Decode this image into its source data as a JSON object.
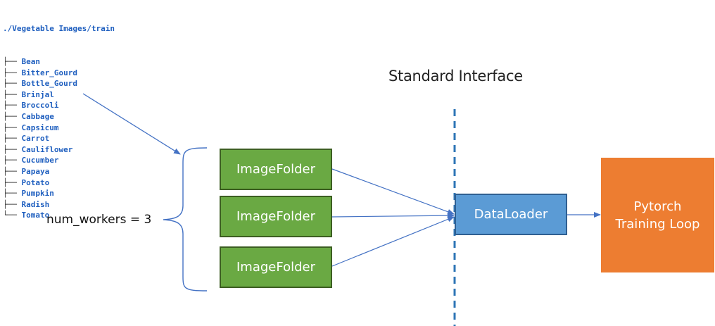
{
  "tree": {
    "root": "./Vegetable Images/train",
    "items": [
      {
        "branch": "├──",
        "name": "Bean"
      },
      {
        "branch": "├──",
        "name": "Bitter_Gourd"
      },
      {
        "branch": "├──",
        "name": "Bottle_Gourd"
      },
      {
        "branch": "├──",
        "name": "Brinjal"
      },
      {
        "branch": "├──",
        "name": "Broccoli"
      },
      {
        "branch": "├──",
        "name": "Cabbage"
      },
      {
        "branch": "├──",
        "name": "Capsicum"
      },
      {
        "branch": "├──",
        "name": "Carrot"
      },
      {
        "branch": "├──",
        "name": "Cauliflower"
      },
      {
        "branch": "├──",
        "name": "Cucumber"
      },
      {
        "branch": "├──",
        "name": "Papaya"
      },
      {
        "branch": "├──",
        "name": "Potato"
      },
      {
        "branch": "├──",
        "name": "Pumpkin"
      },
      {
        "branch": "├──",
        "name": "Radish"
      },
      {
        "branch": "└──",
        "name": "Tomato"
      }
    ]
  },
  "labels": {
    "standard_interface": "Standard Interface",
    "num_workers": "num_workers = 3"
  },
  "boxes": {
    "imagefolder_1": "ImageFolder",
    "imagefolder_2": "ImageFolder",
    "imagefolder_3": "ImageFolder",
    "dataloader": "DataLoader",
    "pytorch": "Pytorch\nTraining Loop"
  },
  "colors": {
    "tree_text": "#1f5fbf",
    "imagefolder_fill": "#6aa943",
    "imagefolder_border": "#3c5e22",
    "dataloader_fill": "#5b9bd5",
    "dataloader_border": "#2f5f91",
    "pytorch_fill": "#ed7d31",
    "connector": "#4472c4",
    "divider": "#2e75b6"
  }
}
